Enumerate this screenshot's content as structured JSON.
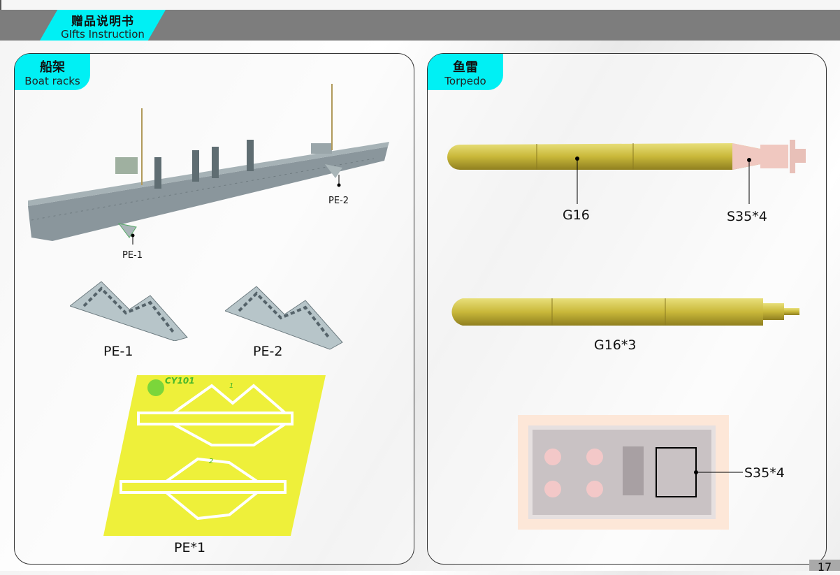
{
  "header": {
    "title_cn": "赠品说明书",
    "title_en": "GIfts Instruction"
  },
  "boat_racks": {
    "title_cn": "船架",
    "title_en": "Boat racks",
    "callouts": [
      "PE-1",
      "PE-2"
    ],
    "parts": [
      "PE-1",
      "PE-2"
    ],
    "fret_label": "PE*1",
    "fret_logo_text": "CY101",
    "fret_numbers": [
      "1",
      "2"
    ]
  },
  "torpedo": {
    "title_cn": "鱼雷",
    "title_en": "Torpedo",
    "callouts_top": [
      "G16",
      "S35*4"
    ],
    "bottom_label": "G16*3",
    "sprue_label": "S35*4"
  },
  "page_number": "17",
  "colors": {
    "accent": "#00f0f4",
    "header_bar": "#7d7d7d",
    "brass": "#c9b83a",
    "fret": "#eef03a"
  }
}
